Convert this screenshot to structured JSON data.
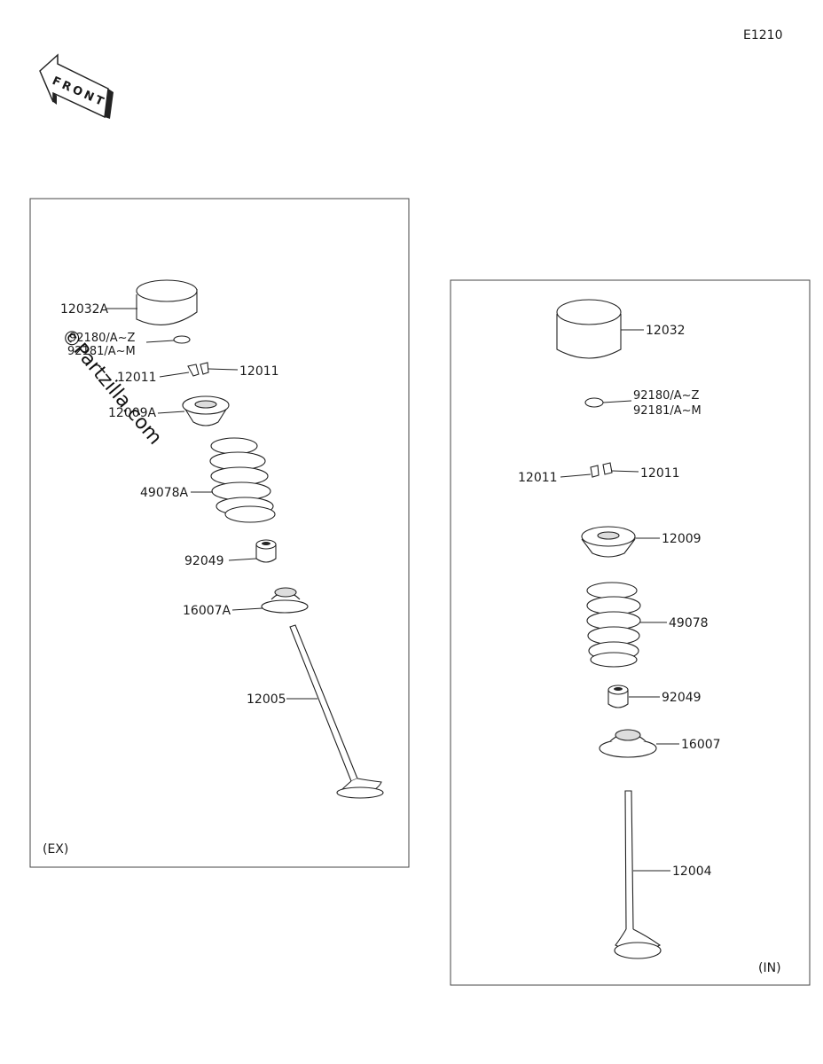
{
  "diagram_code": "E1210",
  "front_label": "FRONT",
  "watermark": "©Partzilla.com",
  "exhaust": {
    "section_label": "(EX)",
    "labels": {
      "tappet": "12032A",
      "shim_a": "92180/A~Z",
      "shim_b": "92181/A~M",
      "cotter_left": "12011",
      "cotter_right": "12011",
      "retainer": "12009A",
      "spring": "49078A",
      "seal": "92049",
      "seat": "16007A",
      "valve": "12005"
    }
  },
  "intake": {
    "section_label": "(IN)",
    "labels": {
      "tappet": "12032",
      "shim_a": "92180/A~Z",
      "shim_b": "92181/A~M",
      "cotter_left": "12011",
      "cotter_right": "12011",
      "retainer": "12009",
      "spring": "49078",
      "seal": "92049",
      "seat": "16007",
      "valve": "12004"
    }
  },
  "colors": {
    "line": "#222222",
    "fill": "#ffffff",
    "shade": "#e6e6e6"
  }
}
